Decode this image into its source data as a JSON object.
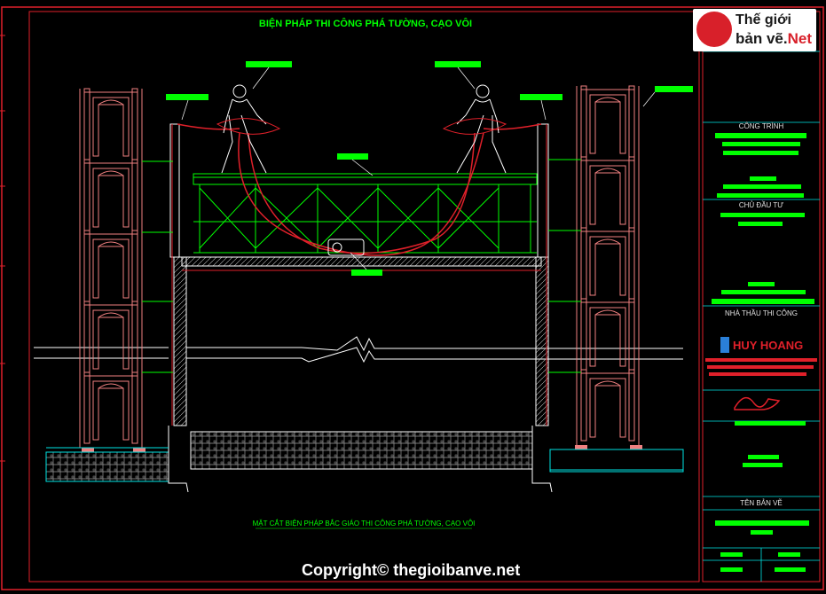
{
  "drawing": {
    "title": "BIỆN PHÁP THI CÔNG PHÁ TƯỜNG, CẠO VÔI",
    "caption": "MẶT CẮT BIỆN PHÁP BẮC GIÁO THI CÔNG PHÁ TƯỜNG, CẠO VÔI"
  },
  "title_block": {
    "cong_trinh": "CÔNG TRÌNH",
    "chu_dau_tu": "CHỦ ĐẦU TƯ",
    "nha_thau": "NHÀ THẦU THI CÔNG",
    "company": "HUY HOANG",
    "ten_ban_ve": "TÊN BẢN VẼ"
  },
  "logo": {
    "line1": "Thế giới",
    "line2a": "bản vẽ.",
    "line2b": "Net"
  },
  "watermark": "Copyright© thegioibanve.net",
  "colors": {
    "frame": "#e0202a",
    "scaffold_frame": "#f08080",
    "green": "#00ff00",
    "cyan": "#00e5e5",
    "white": "#ffffff",
    "hatch": "#d0d0d0"
  }
}
